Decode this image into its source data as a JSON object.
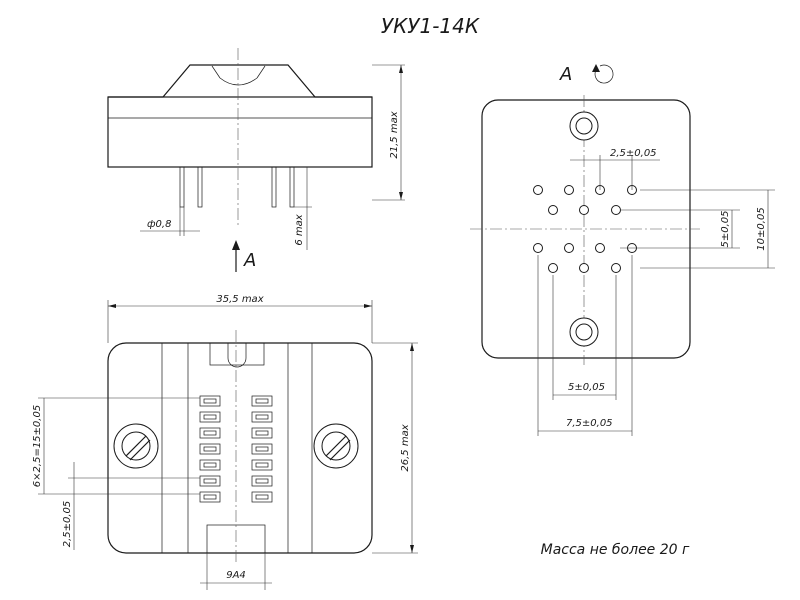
{
  "title": "УКУ1-14К",
  "view_label": "А",
  "view_arrow_label": "А",
  "view_rotation_icon": "rotation-arrow-icon",
  "dims": {
    "pin_diameter": "ф0,8",
    "pin_length": "6 max",
    "height": "21,5 max",
    "width": "35,5 max",
    "depth": "26,5 max",
    "pitch_top": "2,5±0,05",
    "row_pitch_5": "5±0,05",
    "row_span_10": "10±0,05",
    "span_5": "5±0,05",
    "span_7_5": "7,5±0,05",
    "contact_span": "6×2,5=15±0,05",
    "contact_pitch": "2,5±0,05",
    "pad_label": "9А4"
  },
  "note": "Масса не более 20 г"
}
